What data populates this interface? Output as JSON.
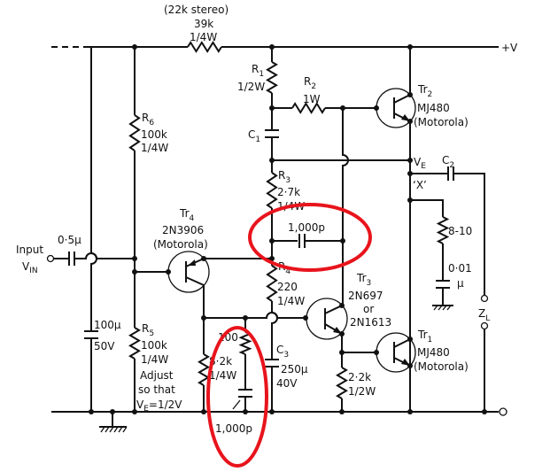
{
  "supply": {
    "label": "+V"
  },
  "top_resistor": {
    "note": "(22k stereo)",
    "value": "39k",
    "power": "1/4W"
  },
  "r1": {
    "name": "R",
    "sub": "1",
    "power": "1/2W"
  },
  "r2": {
    "name": "R",
    "sub": "2",
    "power": "1W"
  },
  "r3": {
    "name": "R",
    "sub": "3",
    "value": "2·7k",
    "power": "1/4W"
  },
  "r4": {
    "name": "R",
    "sub": "4",
    "value": "220",
    "power": "1/4W"
  },
  "r5": {
    "name": "R",
    "sub": "5",
    "value": "100k",
    "power": "1/4W"
  },
  "r6": {
    "name": "R",
    "sub": "6",
    "value": "100k",
    "power": "1/4W"
  },
  "c1": {
    "name": "C",
    "sub": "1"
  },
  "c2": {
    "name": "C",
    "sub": "2"
  },
  "c3": {
    "name": "C",
    "sub": "3",
    "value": "250µ",
    "voltage": "40V"
  },
  "tr1": {
    "name": "Tr",
    "sub": "1",
    "part": "MJ480",
    "maker": "(Motorola)"
  },
  "tr2": {
    "name": "Tr",
    "sub": "2",
    "part": "MJ480",
    "maker": "(Motorola)"
  },
  "tr3": {
    "name": "Tr",
    "sub": "3",
    "part": "2N697",
    "alt_word": "or",
    "alt_part": "2N1613"
  },
  "tr4": {
    "name": "Tr",
    "sub": "4",
    "part": "2N3906",
    "maker": "(Motorola)"
  },
  "input": {
    "label": "Input",
    "v": "V",
    "sub": "IN",
    "cap": "0·5µ"
  },
  "decouple_cap": {
    "value": "100µ",
    "voltage": "50V"
  },
  "adjust_note": {
    "line1": "Adjust",
    "line2": "so that",
    "v": "V",
    "sub": "E",
    "rest": "=1/2V"
  },
  "ve": {
    "v": "V",
    "sub": "E"
  },
  "x_point": "‘X’",
  "zobel": {
    "res": "8-10",
    "cap1": "0·01",
    "cap2": "µ"
  },
  "load": {
    "z": "Z",
    "sub": "L"
  },
  "r_8k2": {
    "value": "8·2k",
    "power": "1/4W"
  },
  "r_100": {
    "value": "100"
  },
  "r_2k2": {
    "value": "2·2k",
    "power": "1/2W"
  },
  "cap_1000p_top": "1,000p",
  "cap_1000p_bottom": "1,000p",
  "highlight_color": "#e8141c"
}
